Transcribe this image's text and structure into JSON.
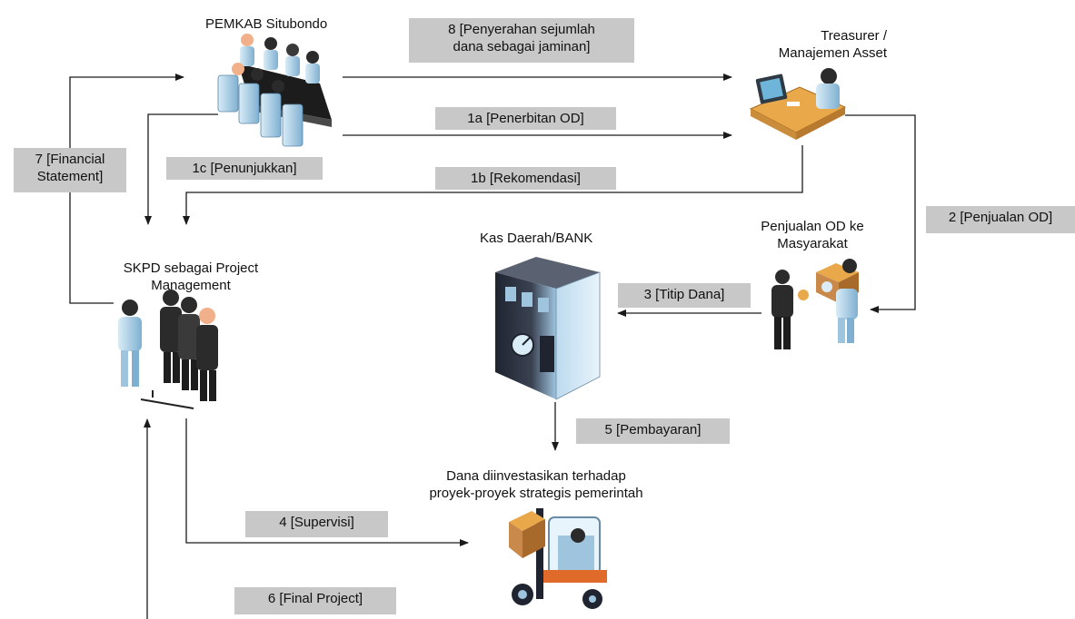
{
  "nodes": {
    "pemkab": "PEMKAB Situbondo",
    "treasurer": "Treasurer /\nManajemen Asset",
    "skpd": "SKPD sebagai Project\nManagement",
    "kas": "Kas Daerah/BANK",
    "penjualan": "Penjualan OD ke\nMasyarakat",
    "dana": "Dana diinvestasikan terhadap\nproyek-proyek strategis pemerintah"
  },
  "flows": {
    "f8": "8 [Penyerahan sejumlah\ndana sebagai jaminan]",
    "f1a": "1a [Penerbitan OD]",
    "f1c": "1c [Penunjukkan]",
    "f1b": "1b [Rekomendasi]",
    "f7": "7 [Financial\nStatement]",
    "f2": "2 [Penjualan OD]",
    "f3": "3 [Titip Dana]",
    "f5": "5 [Pembayaran]",
    "f4": "4 [Supervisi]",
    "f6": "6 [Final Project]"
  },
  "colors": {
    "arrow": "#1a1a1a",
    "label_bg": "#c8c8c8",
    "person_light": "#aecfe6",
    "person_dark": "#2b2b2b",
    "building": "#3a3f4c",
    "box_brown": "#c8894a"
  }
}
